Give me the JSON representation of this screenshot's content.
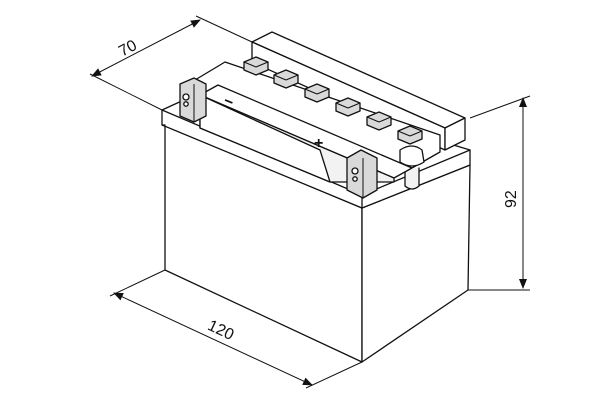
{
  "dimensions": {
    "depth": {
      "label": "70"
    },
    "height": {
      "label": "92"
    },
    "width": {
      "label": "120"
    }
  },
  "terminals": {
    "negative": {
      "label": "−"
    },
    "positive": {
      "label": "+"
    }
  },
  "colors": {
    "line": "#111111",
    "shade": "#d9d9d9",
    "background": "#ffffff"
  },
  "icons": {
    "drawing": "battery-isometric-drawing",
    "arrow": "dimension-arrow"
  }
}
